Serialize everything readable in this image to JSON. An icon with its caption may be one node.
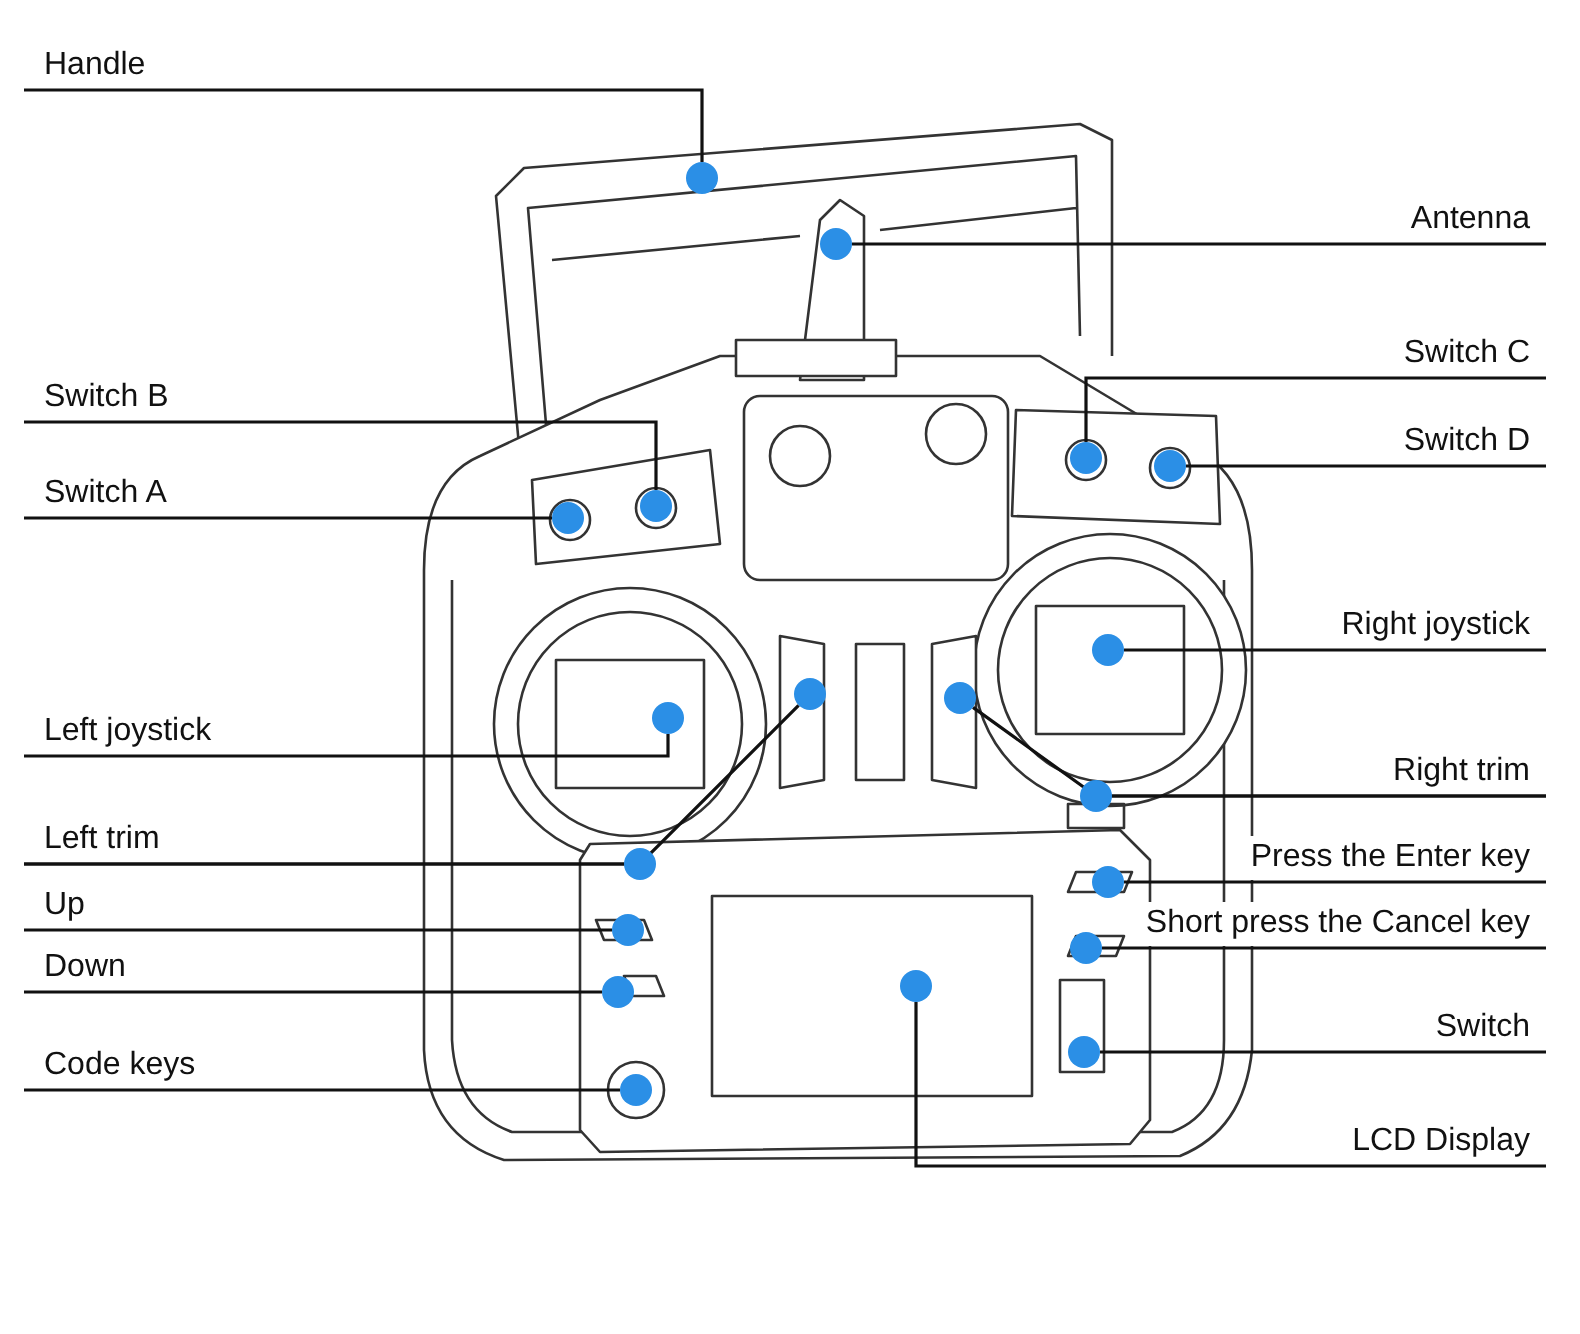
{
  "diagram": {
    "nodes": [
      {
        "text": [
          "Handle"
        ]
      },
      {
        "text": [],
        "shape": "circle"
      },
      {
        "text": [
          "Antenna"
        ]
      },
      {
        "text": [],
        "shape": "circle"
      },
      {
        "text": [
          "Switch B"
        ]
      },
      {
        "text": [],
        "shape": "circle"
      },
      {
        "text": [
          "Switch C"
        ]
      },
      {
        "text": [],
        "shape": "circle"
      },
      {
        "text": [
          "Switch A"
        ]
      },
      {
        "text": [],
        "shape": "circle"
      },
      {
        "text": [
          "Switch D"
        ]
      },
      {
        "text": [],
        "shape": "circle"
      },
      {
        "text": [
          "Right joystick"
        ]
      },
      {
        "text": [],
        "shape": "circle"
      },
      {
        "text": [
          "Left joystick"
        ]
      },
      {
        "text": [],
        "shape": "circle"
      },
      {
        "text": [
          "Right trim"
        ]
      },
      {
        "text": [],
        "shape": "circle"
      },
      {
        "text": [],
        "shape": "circle"
      },
      {
        "text": [
          "Left trim"
        ]
      },
      {
        "text": [],
        "shape": "circle"
      },
      {
        "text": [],
        "shape": "circle"
      },
      {
        "text": [
          "Press the Enter key"
        ]
      },
      {
        "text": [],
        "shape": "circle"
      },
      {
        "text": [
          "Up"
        ]
      },
      {
        "text": [],
        "shape": "circle"
      },
      {
        "text": [
          "Short press the Cancel key"
        ]
      },
      {
        "text": [],
        "shape": "circle"
      },
      {
        "text": [
          "Down"
        ]
      },
      {
        "text": [],
        "shape": "circle"
      },
      {
        "text": [
          "Switch"
        ]
      },
      {
        "text": [],
        "shape": "circle"
      },
      {
        "text": [
          "Code keys"
        ]
      },
      {
        "text": [],
        "shape": "circle"
      },
      {
        "text": [
          "LCD Display"
        ]
      },
      {
        "text": [],
        "shape": "circle"
      }
    ],
    "edges": [
      {
        "from": 0,
        "to": 1,
        "arrow": "none"
      },
      {
        "from": 2,
        "to": 3,
        "arrow": "none"
      },
      {
        "from": 4,
        "to": 5,
        "arrow": "none"
      },
      {
        "from": 6,
        "to": 7,
        "arrow": "none"
      },
      {
        "from": 8,
        "to": 9,
        "arrow": "none"
      },
      {
        "from": 10,
        "to": 11,
        "arrow": "none"
      },
      {
        "from": 12,
        "to": 13,
        "arrow": "none"
      },
      {
        "from": 14,
        "to": 15,
        "arrow": "none"
      },
      {
        "from": 16,
        "to": 18,
        "arrow": "none"
      },
      {
        "from": 16,
        "to": 17,
        "arrow": "none"
      },
      {
        "from": 19,
        "to": 21,
        "arrow": "none"
      },
      {
        "from": 19,
        "to": 20,
        "arrow": "none"
      },
      {
        "from": 22,
        "to": 23,
        "arrow": "none"
      },
      {
        "from": 24,
        "to": 25,
        "arrow": "none"
      },
      {
        "from": 26,
        "to": 27,
        "arrow": "none"
      },
      {
        "from": 28,
        "to": 29,
        "arrow": "none"
      },
      {
        "from": 30,
        "to": 31,
        "arrow": "none"
      },
      {
        "from": 32,
        "to": 33,
        "arrow": "none"
      },
      {
        "from": 34,
        "to": 35,
        "arrow": "none"
      }
    ]
  }
}
